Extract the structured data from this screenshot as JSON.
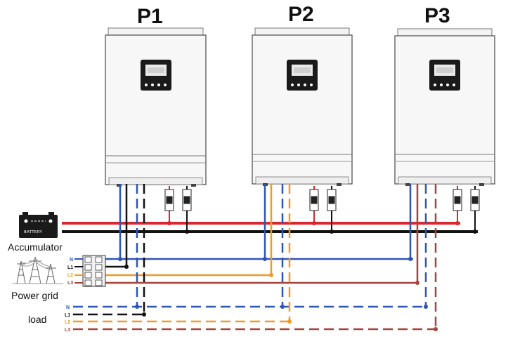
{
  "units": [
    {
      "label": "P1"
    },
    {
      "label": "P2"
    },
    {
      "label": "P3"
    }
  ],
  "battery": {
    "text": "BATTERY",
    "label": "Accumulator"
  },
  "grid": {
    "label": "Power grid"
  },
  "load": {
    "label": "load"
  },
  "bus": [
    "N",
    "L1",
    "L2",
    "L3"
  ],
  "colors": {
    "N": "#2f55b5",
    "L1": "#111111",
    "L2": "#ef9a2a",
    "L3": "#a4463d",
    "dc_pos": "#d9262f",
    "dc_neg": "#111111"
  }
}
